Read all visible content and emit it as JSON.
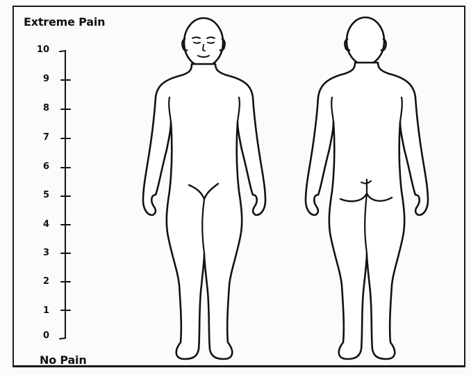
{
  "scale": {
    "top_label": "Extreme Pain",
    "bottom_label": "No Pain",
    "ticks": [
      "10",
      "9",
      "8",
      "7",
      "6",
      "5",
      "4",
      "3",
      "2",
      "1",
      "0"
    ]
  },
  "figures": {
    "front_view": "body-front",
    "back_view": "body-back"
  },
  "colors": {
    "ink": "#111111",
    "paper": "#fbfbf9"
  }
}
